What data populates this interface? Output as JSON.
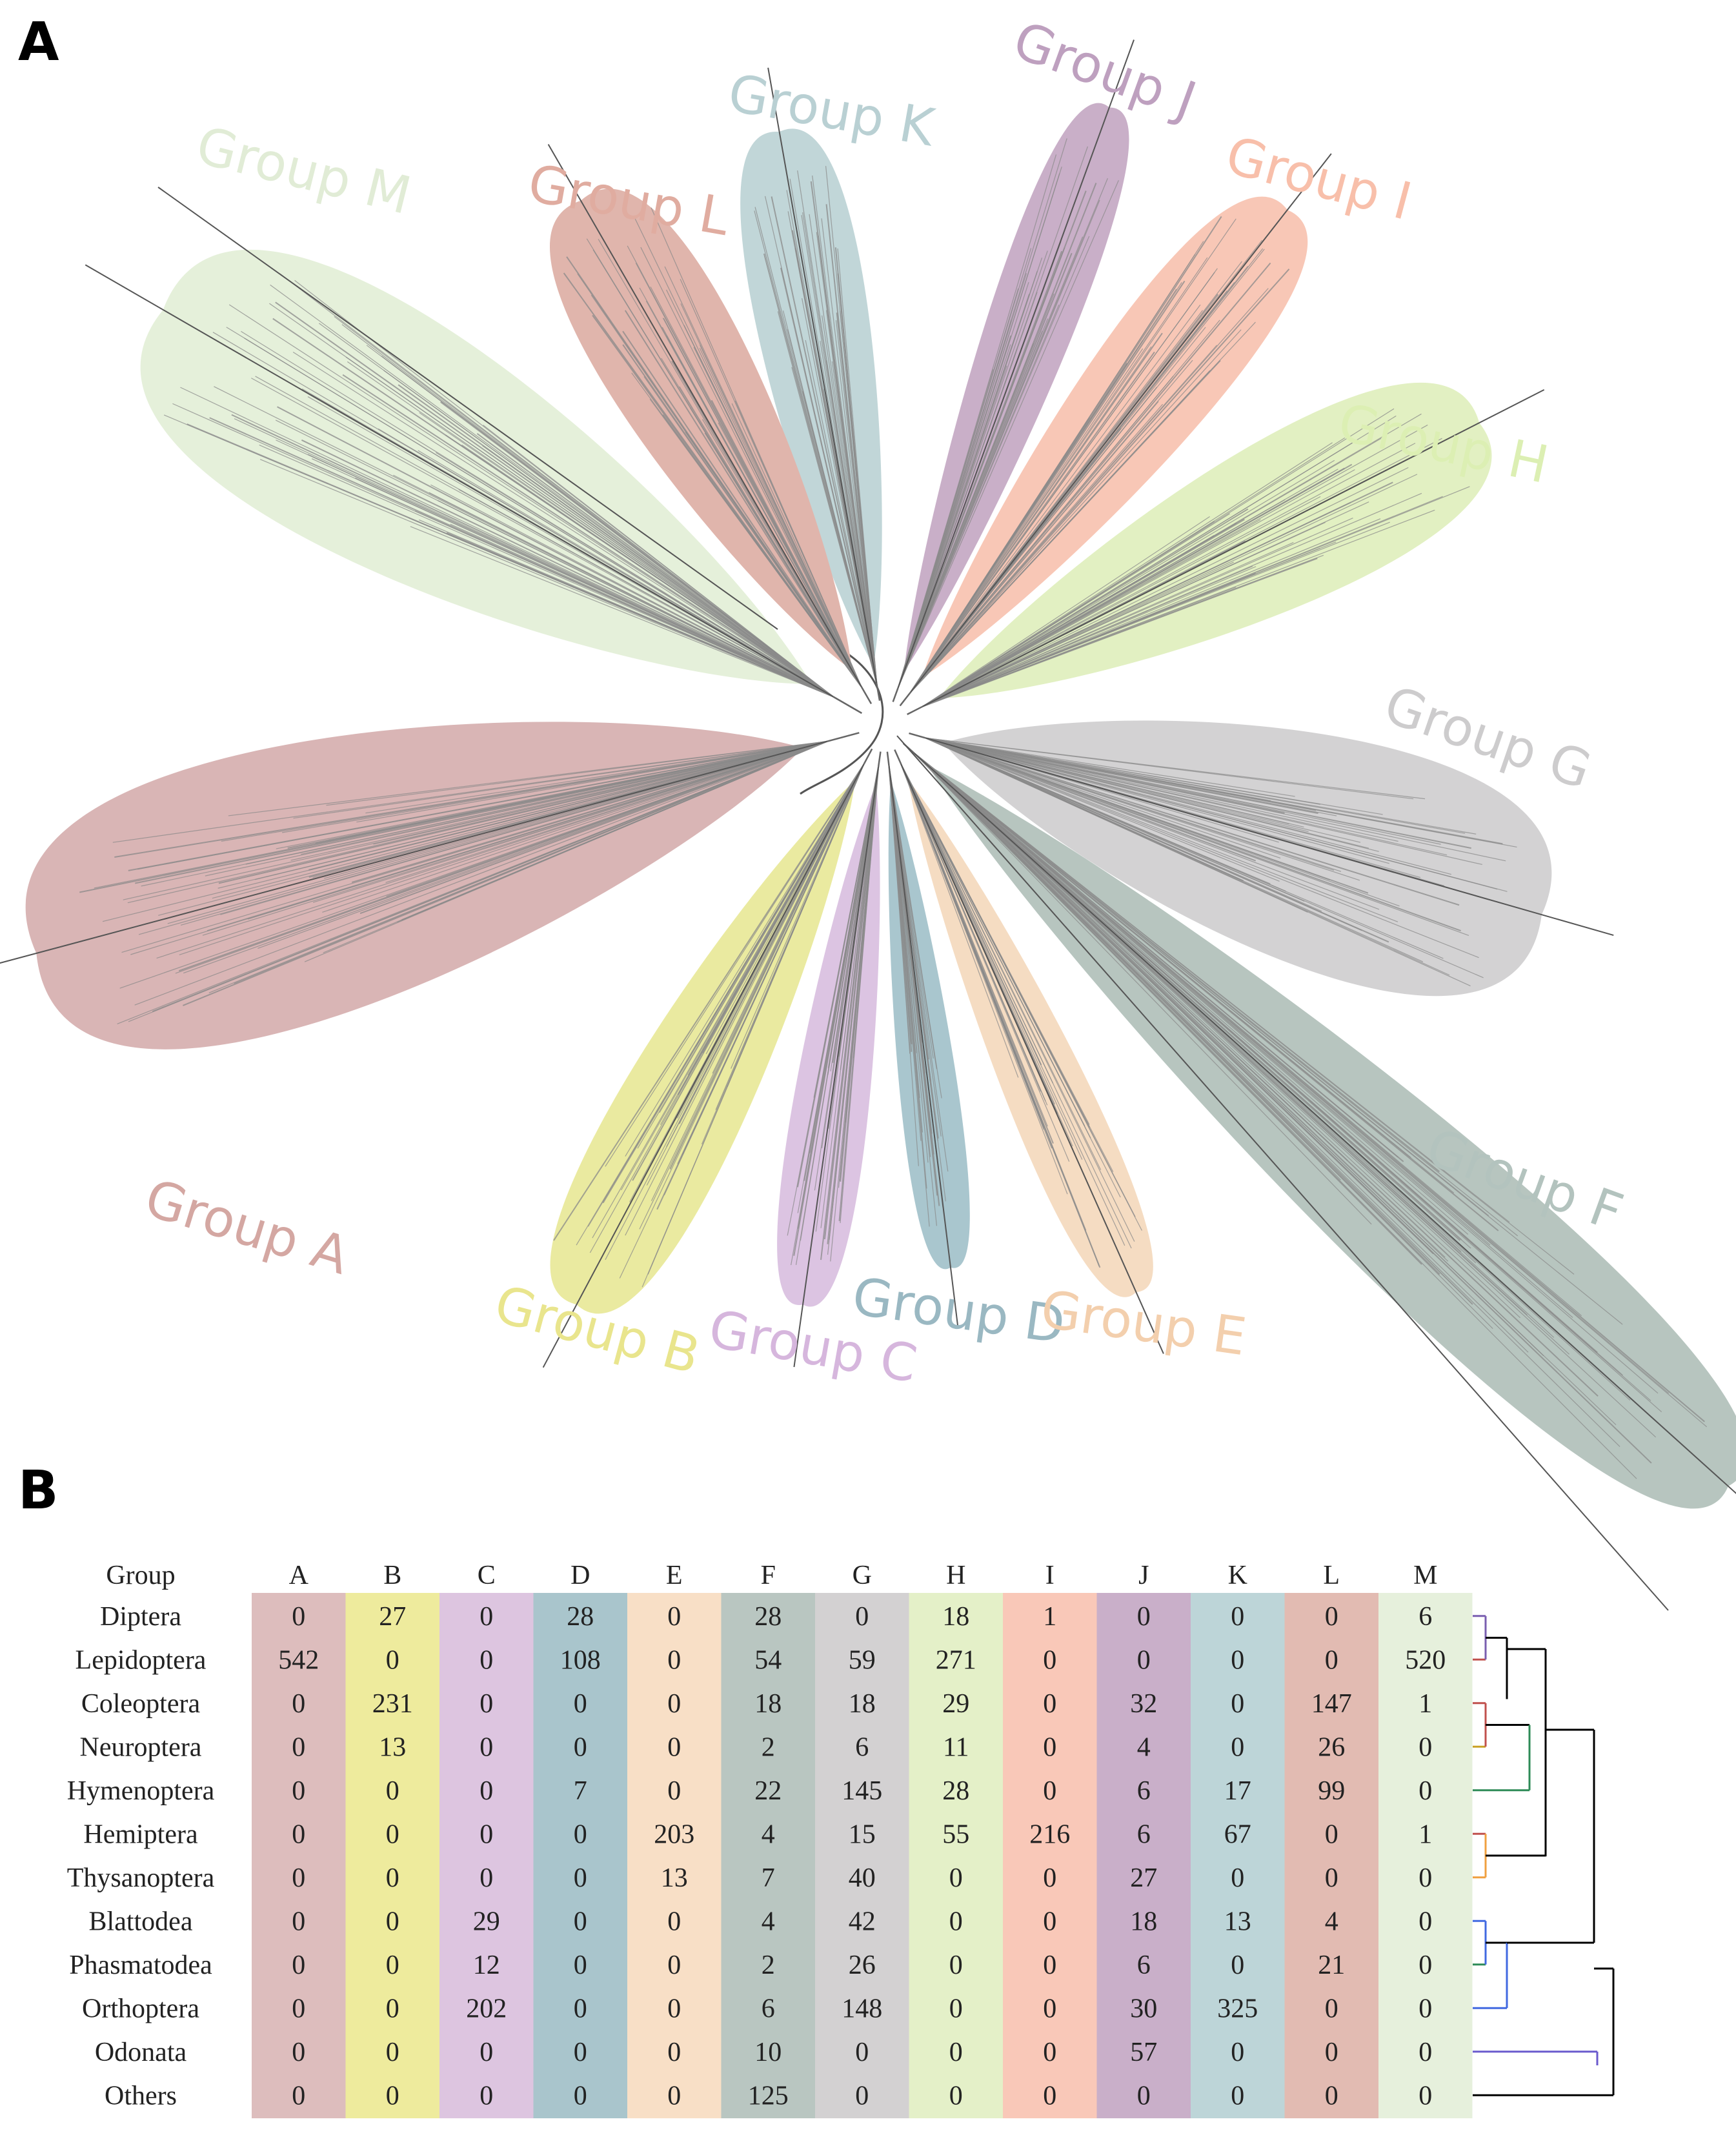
{
  "panels": {
    "a": "A",
    "b": "B"
  },
  "tree": {
    "groups": [
      {
        "id": "A",
        "label": "Group A",
        "color": "#d9b5b5",
        "label_color": "#d4a7a2"
      },
      {
        "id": "B",
        "label": "Group B",
        "color": "#eaeaa0",
        "label_color": "#e9e58d"
      },
      {
        "id": "C",
        "label": "Group C",
        "color": "#dcc4e2",
        "label_color": "#d6b6dd"
      },
      {
        "id": "D",
        "label": "Group D",
        "color": "#a9c6ce",
        "label_color": "#9ab8c2"
      },
      {
        "id": "E",
        "label": "Group E",
        "color": "#f5dcc2",
        "label_color": "#f3cfad"
      },
      {
        "id": "F",
        "label": "Group F",
        "color": "#b7c5bf",
        "label_color": "#b3c3be"
      },
      {
        "id": "G",
        "label": "Group G",
        "color": "#d3d2d3",
        "label_color": "#cdcccd"
      },
      {
        "id": "H",
        "label": "Group H",
        "color": "#e2f0c2",
        "label_color": "#dcefb3"
      },
      {
        "id": "I",
        "label": "Group I",
        "color": "#f8c7b6",
        "label_color": "#f8bfaa"
      },
      {
        "id": "J",
        "label": "Group J",
        "color": "#c9afc8",
        "label_color": "#bea0bf"
      },
      {
        "id": "K",
        "label": "Group K",
        "color": "#c1d6d8",
        "label_color": "#b9d0d3"
      },
      {
        "id": "L",
        "label": "Group L",
        "color": "#e0b5ac",
        "label_color": "#e0aca0"
      },
      {
        "id": "M",
        "label": "Group M",
        "color": "#e5f0da",
        "label_color": "#e1ecd6"
      }
    ]
  },
  "table": {
    "header_label": "Group",
    "columns": [
      "A",
      "B",
      "C",
      "D",
      "E",
      "F",
      "G",
      "H",
      "I",
      "J",
      "K",
      "L",
      "M"
    ],
    "column_colors": [
      "#ddbdbd",
      "#eeeb9d",
      "#ddc5e0",
      "#a9c5cc",
      "#f8dfc6",
      "#b9c6c1",
      "#d3d1d2",
      "#e4f0c8",
      "#f9c8b8",
      "#c9afc9",
      "#bdd5d8",
      "#e2bbb2",
      "#e6f0dc"
    ],
    "rows": [
      {
        "order": "Diptera",
        "values": [
          0,
          27,
          0,
          28,
          0,
          28,
          0,
          18,
          1,
          0,
          0,
          0,
          6
        ]
      },
      {
        "order": "Lepidoptera",
        "values": [
          542,
          0,
          0,
          108,
          0,
          54,
          59,
          271,
          0,
          0,
          0,
          0,
          520
        ]
      },
      {
        "order": "Coleoptera",
        "values": [
          0,
          231,
          0,
          0,
          0,
          18,
          18,
          29,
          0,
          32,
          0,
          147,
          1
        ]
      },
      {
        "order": "Neuroptera",
        "values": [
          0,
          13,
          0,
          0,
          0,
          2,
          6,
          11,
          0,
          4,
          0,
          26,
          0
        ]
      },
      {
        "order": "Hymenoptera",
        "values": [
          0,
          0,
          0,
          7,
          0,
          22,
          145,
          28,
          0,
          6,
          17,
          99,
          0
        ]
      },
      {
        "order": "Hemiptera",
        "values": [
          0,
          0,
          0,
          0,
          203,
          4,
          15,
          55,
          216,
          6,
          67,
          0,
          1
        ]
      },
      {
        "order": "Thysanoptera",
        "values": [
          0,
          0,
          0,
          0,
          13,
          7,
          40,
          0,
          0,
          27,
          0,
          0,
          0
        ]
      },
      {
        "order": "Blattodea",
        "values": [
          0,
          0,
          29,
          0,
          0,
          4,
          42,
          0,
          0,
          18,
          13,
          4,
          0
        ]
      },
      {
        "order": "Phasmatodea",
        "values": [
          0,
          0,
          12,
          0,
          0,
          2,
          26,
          0,
          0,
          6,
          0,
          21,
          0
        ]
      },
      {
        "order": "Orthoptera",
        "values": [
          0,
          0,
          202,
          0,
          0,
          6,
          148,
          0,
          0,
          30,
          325,
          0,
          0
        ]
      },
      {
        "order": "Odonata",
        "values": [
          0,
          0,
          0,
          0,
          0,
          10,
          0,
          0,
          0,
          57,
          0,
          0,
          0
        ]
      },
      {
        "order": "Others",
        "values": [
          0,
          0,
          0,
          0,
          0,
          125,
          0,
          0,
          0,
          0,
          0,
          0,
          0
        ]
      }
    ]
  }
}
